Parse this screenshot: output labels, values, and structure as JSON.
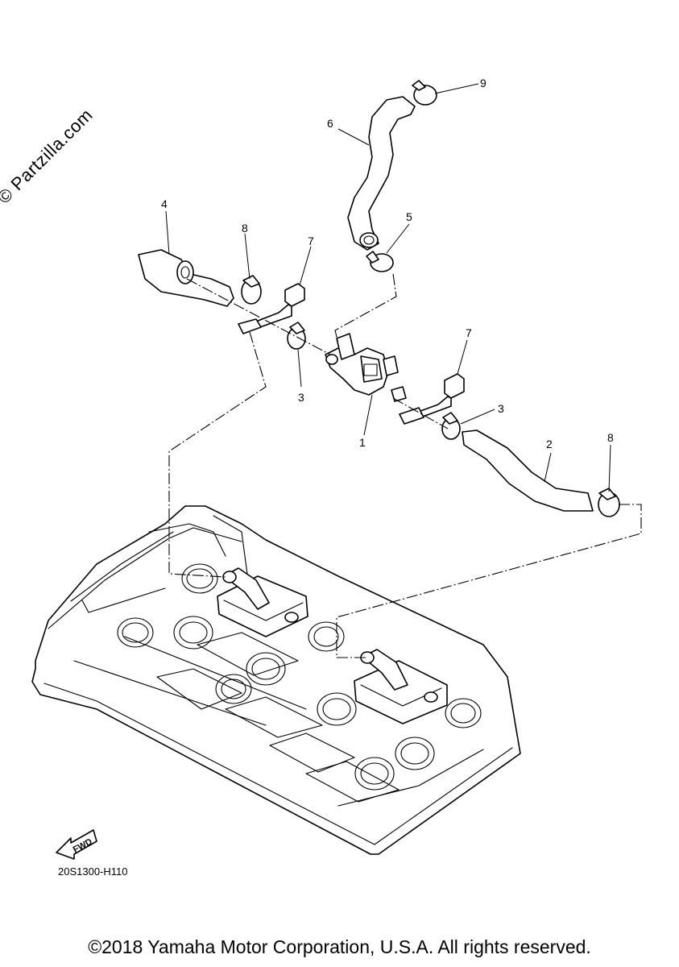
{
  "watermark": "© Partzilla.com",
  "callouts": {
    "p1": "1",
    "p2": "2",
    "p3a": "3",
    "p3b": "3",
    "p4": "4",
    "p5": "5",
    "p6": "6",
    "p7a": "7",
    "p7b": "7",
    "p8a": "8",
    "p8b": "8",
    "p9": "9"
  },
  "fwd_label": "FWD",
  "diagram_code": "20S1300-H110",
  "copyright": "©2018 Yamaha Motor Corporation, U.S.A. All rights reserved."
}
